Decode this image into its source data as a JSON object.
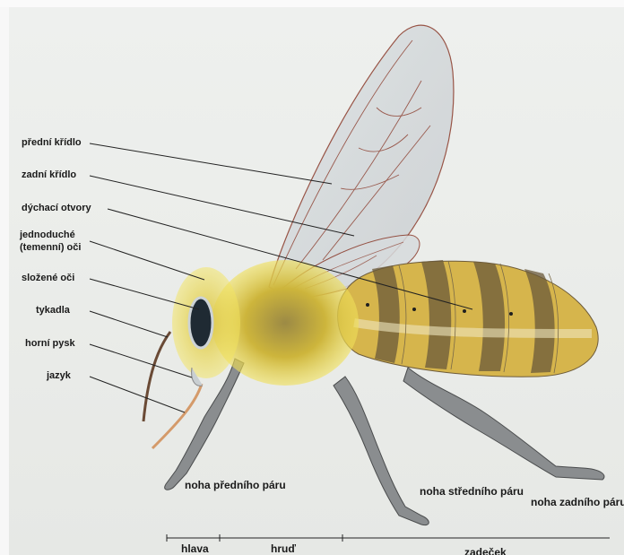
{
  "labels": {
    "forewing": "přední křídlo",
    "hindwing": "zadní křídlo",
    "spiracles": "dýchací otvory",
    "ocelli_line1": "jednoduché",
    "ocelli_line2": "(temenní) oči",
    "compound_eyes": "složené oči",
    "antennae": "tykadla",
    "labrum": "horní pysk",
    "tongue": "jazyk",
    "front_leg": "noha předního páru",
    "middle_leg": "noha středního páru",
    "hind_leg": "noha zadního páru"
  },
  "segments": {
    "head": "hlava",
    "thorax": "hruď",
    "abdomen": "zadeček"
  },
  "colors": {
    "leader_line": "#222222",
    "body_yellow": "#e0c53a",
    "abdomen_stripe": "#6b5a3a",
    "leg_gray": "#8a8d8f",
    "wing_vein": "#8a3a2a",
    "eye_dark": "#1f2a33"
  }
}
